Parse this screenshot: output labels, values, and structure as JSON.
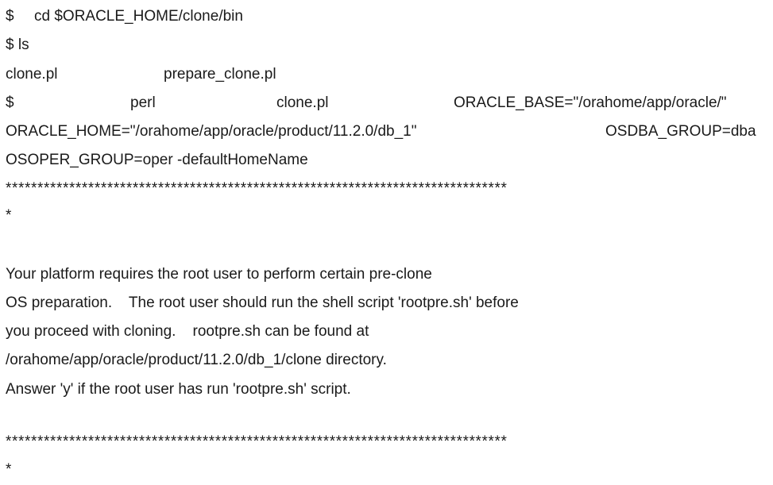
{
  "lines": {
    "cd_cmd": {
      "prompt": "$",
      "command": "cd $ORACLE_HOME/clone/bin"
    },
    "ls_cmd": "$ ls",
    "ls_output": {
      "file1": "clone.pl",
      "file2": "prepare_clone.pl"
    },
    "perl_cmd": {
      "prompt": "$",
      "perl": "perl",
      "script": "clone.pl",
      "oracle_base": "ORACLE_BASE=\"/orahome/app/oracle/\""
    },
    "oracle_home_line": {
      "oracle_home": "ORACLE_HOME=\"/orahome/app/oracle/product/11.2.0/db_1\"",
      "osdba_group": "OSDBA_GROUP=dba"
    },
    "osoper_line": "OSOPER_GROUP=oper -defaultHomeName",
    "separator_1": "*******************************************************************************",
    "separator_1_tail": "*",
    "message": [
      "Your platform requires the root user to perform certain pre-clone",
      "OS preparation.    The root user should run the shell script 'rootpre.sh' before",
      "you proceed with cloning.    rootpre.sh can be found at",
      "/orahome/app/oracle/product/11.2.0/db_1/clone directory.",
      "Answer 'y' if the root user has run 'rootpre.sh' script."
    ],
    "separator_2": "*******************************************************************************",
    "separator_2_tail": "*"
  }
}
